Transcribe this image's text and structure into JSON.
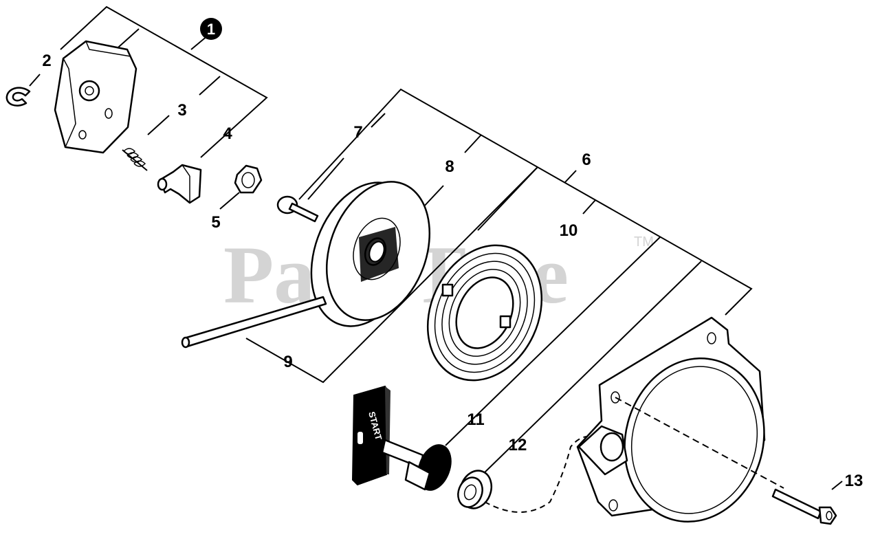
{
  "watermark": {
    "text": "PartsTree",
    "mark": "TM"
  },
  "callouts": {
    "c1": "1",
    "c2": "2",
    "c3": "3",
    "c4": "4",
    "c5": "5",
    "c6": "6",
    "c7": "7",
    "c8": "8",
    "c9": "9",
    "c10": "10",
    "c11": "11",
    "c12": "12",
    "c13": "13"
  },
  "handle_text": "START"
}
